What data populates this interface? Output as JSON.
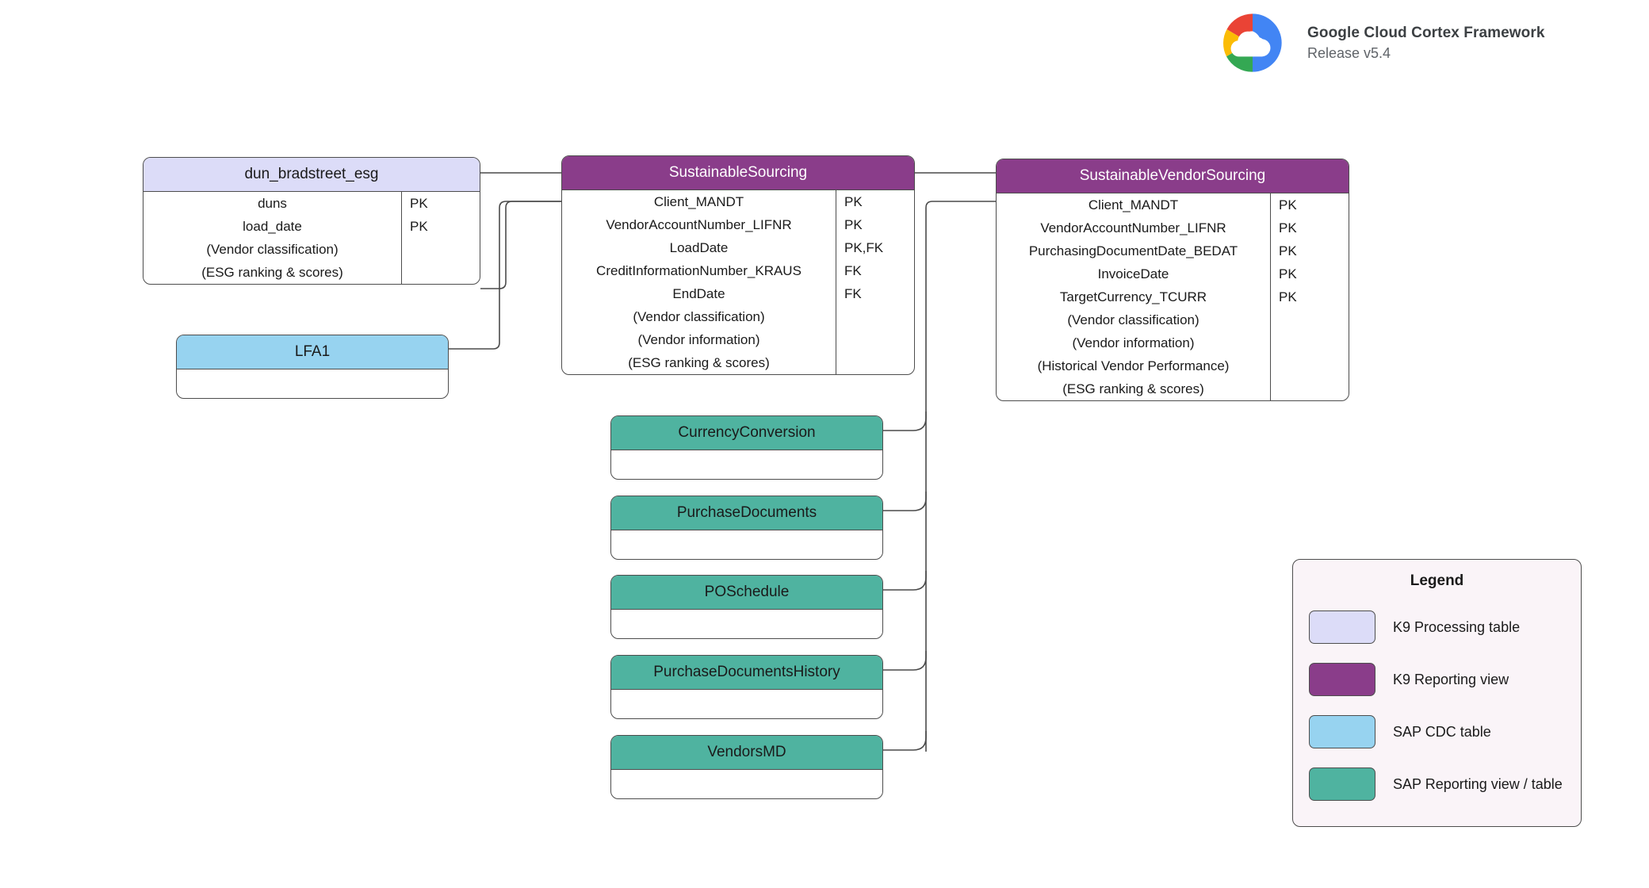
{
  "brand": {
    "logo_icon": "google-cloud-logo-icon",
    "title": "Google Cloud Cortex Framework",
    "release": "Release v5.4"
  },
  "entities": [
    {
      "id": "dun-bradstreet-esg",
      "name": "dun_bradstreet_esg",
      "type": "K9 Processing table",
      "color": "#dcdcf8",
      "fields": [
        {
          "name": "duns",
          "key": "PK"
        },
        {
          "name": "load_date",
          "key": "PK"
        },
        {
          "name": "(Vendor classification)",
          "key": ""
        },
        {
          "name": "(ESG ranking & scores)",
          "key": ""
        }
      ]
    },
    {
      "id": "sustainable-sourcing",
      "name": "SustainableSourcing",
      "type": "K9 Reporting view",
      "color": "#8a3d8a",
      "fields": [
        {
          "name": "Client_MANDT",
          "key": "PK"
        },
        {
          "name": "VendorAccountNumber_LIFNR",
          "key": "PK"
        },
        {
          "name": "LoadDate",
          "key": "PK,FK"
        },
        {
          "name": "CreditInformationNumber_KRAUS",
          "key": "FK"
        },
        {
          "name": "EndDate",
          "key": "FK"
        },
        {
          "name": "(Vendor classification)",
          "key": ""
        },
        {
          "name": "(Vendor information)",
          "key": ""
        },
        {
          "name": "(ESG ranking & scores)",
          "key": ""
        }
      ]
    },
    {
      "id": "sustainable-vendor-sourcing",
      "name": "SustainableVendorSourcing",
      "type": "K9 Reporting view",
      "color": "#8a3d8a",
      "fields": [
        {
          "name": "Client_MANDT",
          "key": "PK"
        },
        {
          "name": "VendorAccountNumber_LIFNR",
          "key": "PK"
        },
        {
          "name": "PurchasingDocumentDate_BEDAT",
          "key": "PK"
        },
        {
          "name": "InvoiceDate",
          "key": "PK"
        },
        {
          "name": "TargetCurrency_TCURR",
          "key": "PK"
        },
        {
          "name": "(Vendor classification)",
          "key": ""
        },
        {
          "name": "(Vendor information)",
          "key": ""
        },
        {
          "name": "(Historical Vendor Performance)",
          "key": ""
        },
        {
          "name": "(ESG ranking & scores)",
          "key": ""
        }
      ]
    },
    {
      "id": "lfa1",
      "name": "LFA1",
      "type": "SAP CDC table",
      "color": "#97d3f0",
      "fields": []
    },
    {
      "id": "currency-conversion",
      "name": "CurrencyConversion",
      "type": "SAP Reporting view / table",
      "color": "#4fb3a0",
      "fields": []
    },
    {
      "id": "purchase-documents",
      "name": "PurchaseDocuments",
      "type": "SAP Reporting view / table",
      "color": "#4fb3a0",
      "fields": []
    },
    {
      "id": "po-schedule",
      "name": "POSchedule",
      "type": "SAP Reporting view / table",
      "color": "#4fb3a0",
      "fields": []
    },
    {
      "id": "purchase-documents-history",
      "name": "PurchaseDocumentsHistory",
      "type": "SAP Reporting view / table",
      "color": "#4fb3a0",
      "fields": []
    },
    {
      "id": "vendors-md",
      "name": "VendorsMD",
      "type": "SAP Reporting view / table",
      "color": "#4fb3a0",
      "fields": []
    }
  ],
  "legend": {
    "title": "Legend",
    "items": [
      {
        "label": "K9 Processing table",
        "color": "#dcdcf8"
      },
      {
        "label": "K9 Reporting view",
        "color": "#8a3d8a"
      },
      {
        "label": "SAP CDC table",
        "color": "#97d3f0"
      },
      {
        "label": "SAP Reporting view / table",
        "color": "#4fb3a0"
      }
    ]
  }
}
